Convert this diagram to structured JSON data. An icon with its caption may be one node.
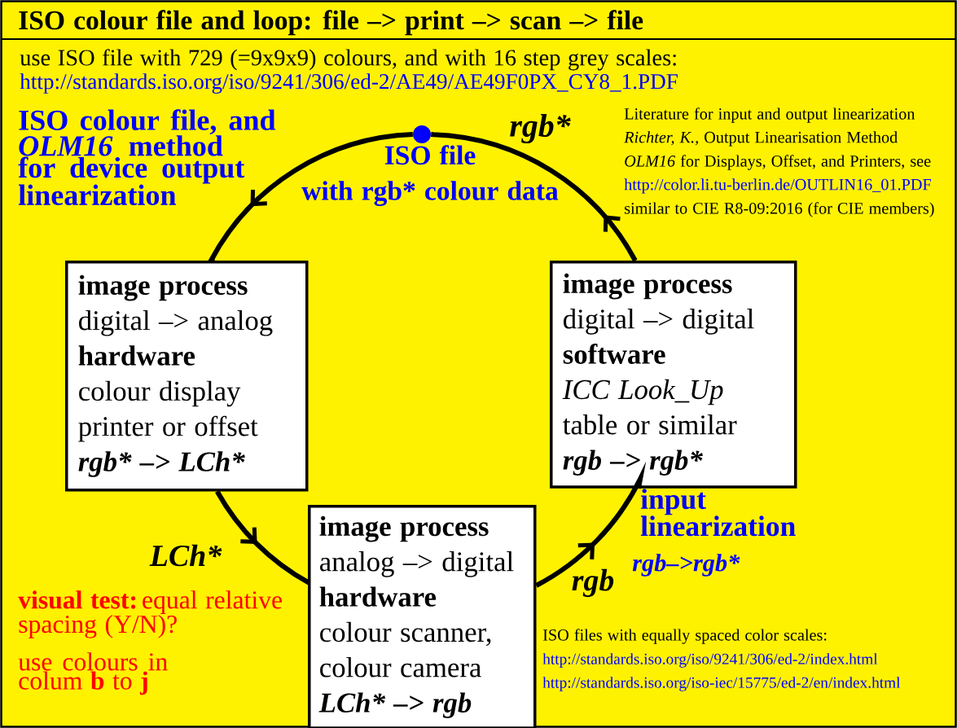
{
  "diagram": {
    "title": "ISO colour file and loop: file –> print –> scan –> file",
    "nodes": [
      {
        "text": [],
        "shape": "circle",
        "beside": [
          "ISO file",
          "with rgb* colour data"
        ]
      },
      {
        "text": [
          "image process",
          "digital –> analog",
          "hardware",
          "colour display printer or offset",
          "rgb* –> LCh*"
        ]
      },
      {
        "text": [
          "image process",
          "analog –> digital",
          "hardware",
          "colour scanner, colour camera",
          "LCh* –> rgb"
        ]
      },
      {
        "text": [
          "image process",
          "digital –> digital",
          "software",
          "*ICC Look_Up* table or similar",
          "rgb –> rgb*"
        ]
      }
    ],
    "edges": [
      {
        "from": 0,
        "to": 1,
        "arrow": "to"
      },
      {
        "from": 1,
        "to": 2,
        "arrow": "to",
        "label": "LCh*"
      },
      {
        "from": 2,
        "to": 3,
        "arrow": "to",
        "label": "rgb"
      },
      {
        "from": 3,
        "to": 0,
        "arrow": "to",
        "label": "rgb*"
      }
    ],
    "labels": [
      "use ISO file with 729 (=9x9x9) colours, and with 16 step grey scales:",
      "http://standards.iso.org/iso/9241/306/ed-2/AE49/AE49F0PX_CY8_1.PDF",
      "ISO colour file, and *OLM16* method for device output linearization",
      "Literature for input and output linearization",
      "*Richter, K.,* Output Linearisation Method",
      "*OLM16* for Displays, Offset, and Printers, see",
      "http://color.li.tu-berlin.de/OUTLIN16_01.PDF",
      "similar to CIE R8-09:2016 (for CIE members)",
      "input linearization",
      "rgb–>rgb*",
      "**visual test:** equal relative spacing (Y/N)?",
      "use colours in colum **b** to **j**",
      "ISO files with equally spaced color scales:",
      "http://standards.iso.org/iso/9241/306/ed-2/index.html",
      "http://standards.iso.org/iso-iec/15775/ed-2/en/index.html"
    ]
  }
}
